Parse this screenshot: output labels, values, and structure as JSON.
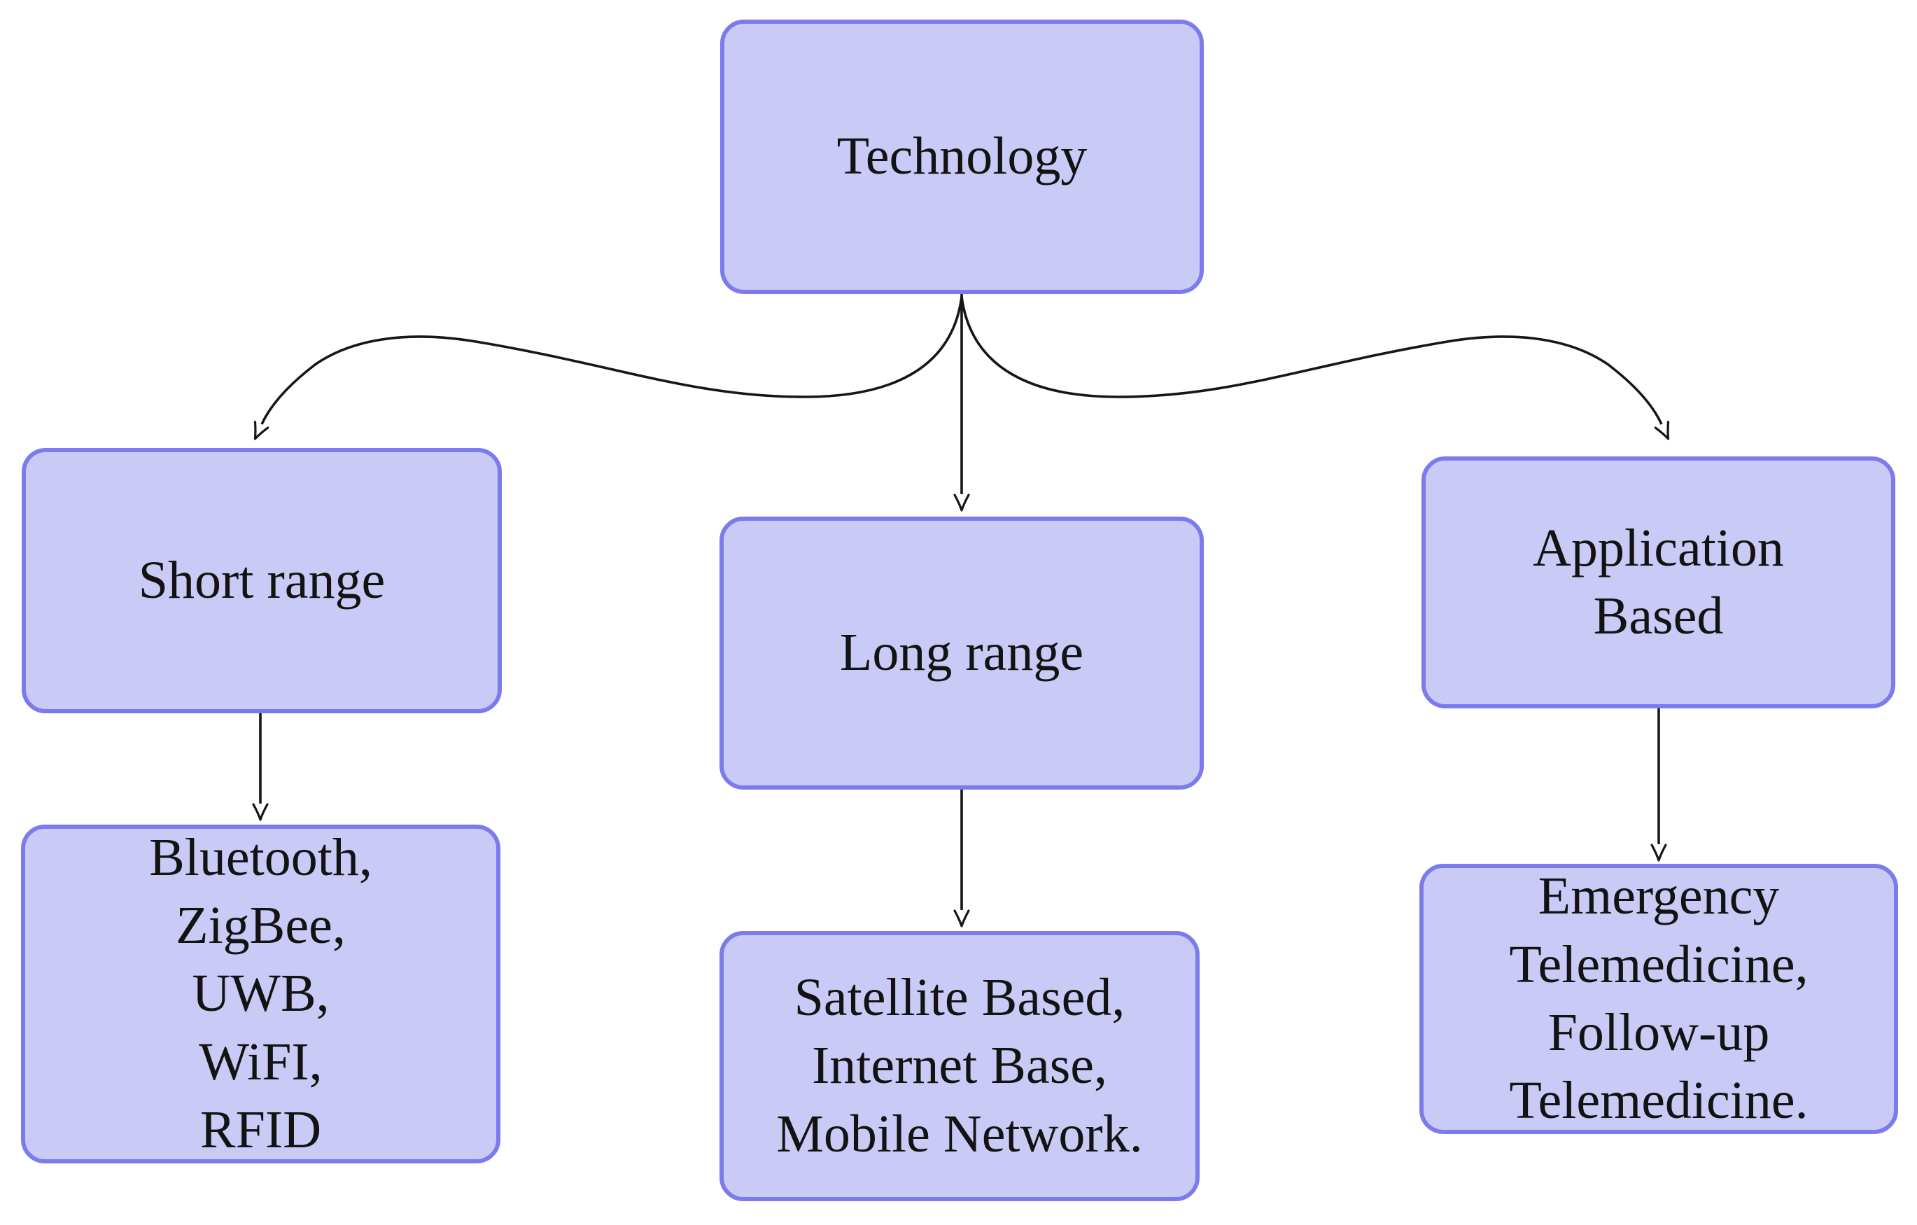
{
  "diagram": {
    "background_color": "#ffffff",
    "node_fill_color": "#cacaf6",
    "node_border_color": "#7b7bee",
    "arrow_color": "#161616",
    "text_color": "#131313",
    "nodes": [
      {
        "id": "technology",
        "label": "Technology",
        "lines": [
          "Technology"
        ]
      },
      {
        "id": "short-range",
        "label": "Short range",
        "lines": [
          "Short range"
        ]
      },
      {
        "id": "long-range",
        "label": "Long range",
        "lines": [
          "Long range"
        ]
      },
      {
        "id": "application-based",
        "label": "Application Based",
        "lines": [
          "Application",
          "Based"
        ]
      },
      {
        "id": "short-range-techs",
        "label": "Bluetooth, ZigBee, UWB, WiFI, RFID",
        "lines": [
          "Bluetooth,",
          "ZigBee,",
          "UWB,",
          "WiFI,",
          "RFID"
        ]
      },
      {
        "id": "long-range-techs",
        "label": "Satellite Based, Internet Base, Mobile Network.",
        "lines": [
          "Satellite Based,",
          "Internet Base,",
          "Mobile Network."
        ]
      },
      {
        "id": "application-types",
        "label": "Emergency Telemedicine, Follow-up Telemedicine.",
        "lines": [
          "Emergency",
          "Telemedicine,",
          "Follow-up",
          "Telemedicine."
        ]
      }
    ],
    "edges": [
      {
        "from": "technology",
        "to": "short-range"
      },
      {
        "from": "technology",
        "to": "long-range"
      },
      {
        "from": "technology",
        "to": "application-based"
      },
      {
        "from": "short-range",
        "to": "short-range-techs"
      },
      {
        "from": "long-range",
        "to": "long-range-techs"
      },
      {
        "from": "application-based",
        "to": "application-types"
      }
    ]
  }
}
